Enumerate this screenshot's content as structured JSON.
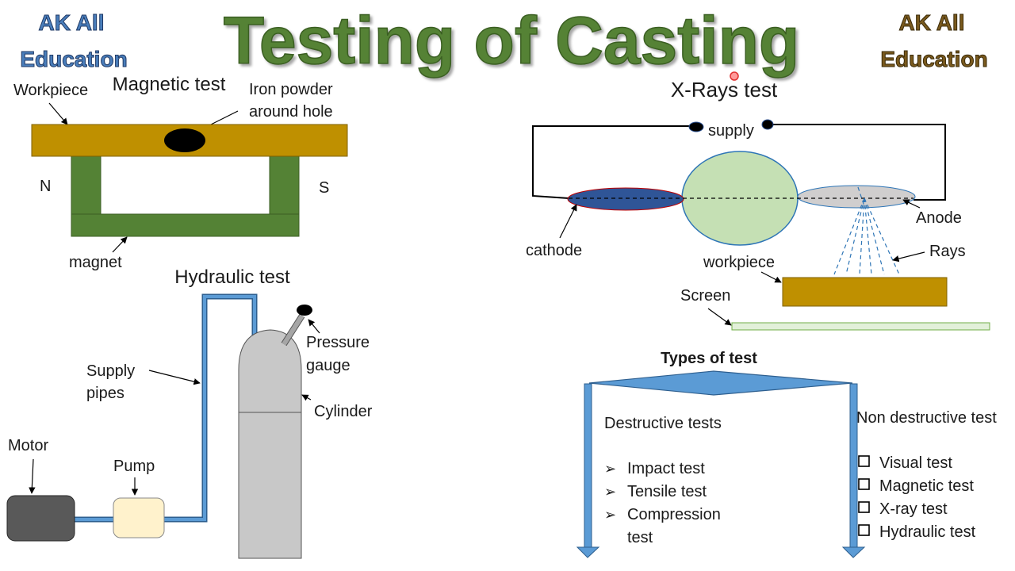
{
  "title": "Testing of Casting",
  "brand": {
    "line1": "AK All",
    "line2": "Education"
  },
  "magnetic_test": {
    "heading": "Magnetic test",
    "workpiece_label": "Workpiece",
    "iron_powder_label": [
      "Iron powder",
      "around hole"
    ],
    "north_label": "N",
    "south_label": "S",
    "magnet_label": "magnet"
  },
  "hydraulic_test": {
    "heading": "Hydraulic test",
    "pressure_gauge_label": [
      "Pressure",
      "gauge"
    ],
    "supply_pipes_label": [
      "Supply",
      "pipes"
    ],
    "cylinder_label": "Cylinder",
    "motor_label": "Motor",
    "pump_label": "Pump"
  },
  "xray_test": {
    "heading": "X-Rays test",
    "supply_label": "supply",
    "anode_label": "Anode",
    "cathode_label": "cathode",
    "rays_label": "Rays",
    "workpiece_label": "workpiece",
    "screen_label": "Screen"
  },
  "types_of_test": {
    "heading": "Types of test",
    "destructive": {
      "heading": "Destructive tests",
      "items": [
        "Impact test",
        "Tensile test",
        "Compression",
        "test"
      ]
    },
    "non_destructive": {
      "heading": "Non destructive test",
      "items": [
        "Visual test",
        "Magnetic test",
        "X-ray test",
        "Hydraulic test"
      ]
    }
  },
  "colors": {
    "title_green": "#548235",
    "brand_blue": "#4a7ebb",
    "brand_brown": "#7a5a1e",
    "workpiece_gold": "#bf9000",
    "magnet_green": "#548235",
    "heading_blue": "#2e75b6",
    "heading_red": "#e01010",
    "types_brown": "#843c0c",
    "pipe_blue": "#5b9bd5",
    "cathode_blue": "#2f5597",
    "bulb_green": "#c5e0b4",
    "anode_gray": "#d0cece",
    "screen_green": "#e2f0d9",
    "cylinder_gray": "#c8c8c8",
    "motor_gray": "#595959",
    "pump_cream": "#fff2cc"
  }
}
